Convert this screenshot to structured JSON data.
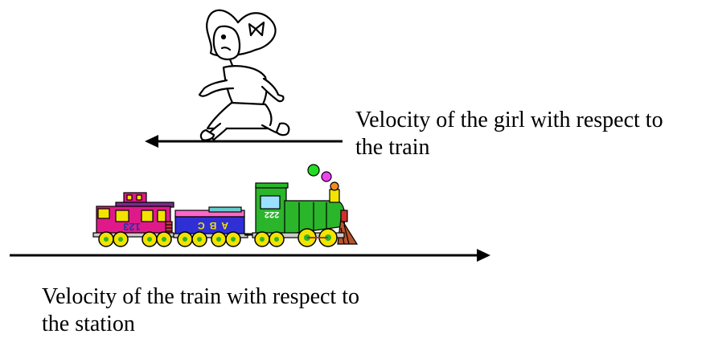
{
  "girl_velocity_label": {
    "line1": "Velocity of the girl with respect to",
    "line2": "the train"
  },
  "train_velocity_label": {
    "line1": "Velocity of the train with respect to",
    "line2": "the station"
  },
  "train": {
    "caboose_number": "123",
    "tender_letters": "ABC",
    "engine_number": "222"
  },
  "colors": {
    "caboose": "#e0198a",
    "tender": "#2f2fd6",
    "engine": "#2bb52b",
    "wheel": "#f2e300",
    "smoke_green": "#22dd22",
    "smoke_magenta": "#ee44ee"
  }
}
